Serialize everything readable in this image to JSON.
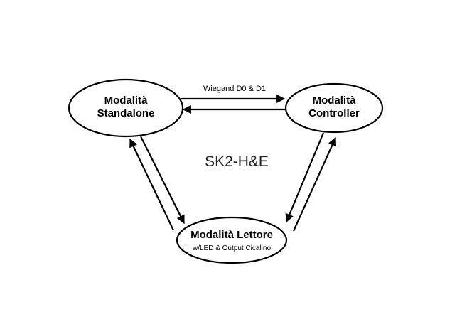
{
  "diagram": {
    "center_label": "SK2-H&E",
    "nodes": {
      "standalone": {
        "line1": "Modalità",
        "line2": "Standalone"
      },
      "controller": {
        "line1": "Modalità",
        "line2": "Controller"
      },
      "reader": {
        "title": "Modalità Lettore",
        "subtitle": "w/LED & Output Cicalino"
      }
    },
    "edges": {
      "standalone_to_controller": "Wiegand D0 & D1"
    }
  }
}
